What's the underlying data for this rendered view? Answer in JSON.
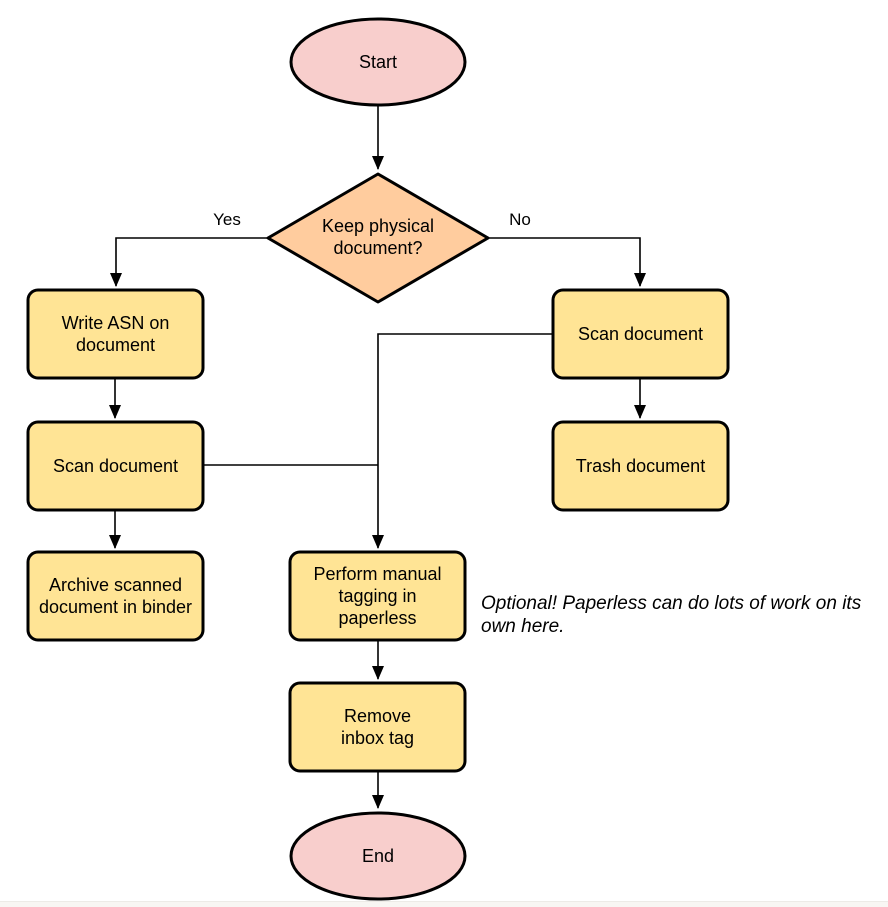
{
  "colors": {
    "terminal_fill": "#F8CECC",
    "decision_fill": "#FFCC9E",
    "process_fill": "#FFE495",
    "stroke": "#000000",
    "footer_strip": "#f8f6f3"
  },
  "nodes": {
    "start": {
      "label": "Start"
    },
    "decision": {
      "label": "Keep physical document?"
    },
    "write_asn": {
      "label": "Write ASN on document"
    },
    "scan_left": {
      "label": "Scan document"
    },
    "archive": {
      "label": "Archive scanned document in binder"
    },
    "scan_right": {
      "label": "Scan document"
    },
    "trash": {
      "label": "Trash document"
    },
    "tagging": {
      "label": "Perform manual tagging in paperless"
    },
    "remove_inbox": {
      "label": "Remove inbox tag"
    },
    "end": {
      "label": "End"
    }
  },
  "edge_labels": {
    "yes": "Yes",
    "no": "No"
  },
  "note": {
    "text": "Optional! Paperless can do lots of work on its own here."
  }
}
